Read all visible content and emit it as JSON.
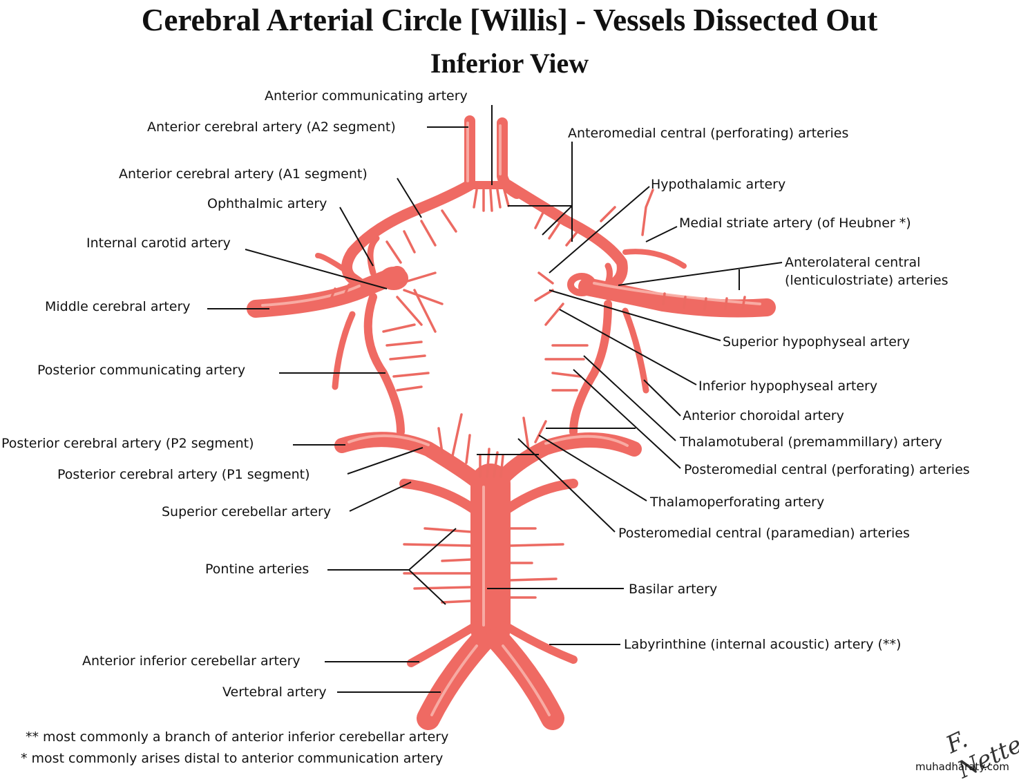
{
  "title": "Cerebral Arterial Circle [Willis] - Vessels Dissected Out",
  "subtitle": "Inferior View",
  "colors": {
    "vessel": "#ef6a63",
    "vessel_light": "#f8a49c",
    "vessel_dark": "#d9463f",
    "leader": "#111111"
  },
  "labels": {
    "acomm": "Anterior communicating artery",
    "aca_a2": "Anterior cerebral artery (A2 segment)",
    "aca_a1": "Anterior cerebral artery (A1 segment)",
    "ophthalmic": "Ophthalmic artery",
    "ica": "Internal carotid artery",
    "mca": "Middle cerebral artery",
    "pcomm": "Posterior communicating artery",
    "pca_p2": "Posterior cerebral artery (P2 segment)",
    "pca_p1": "Posterior cerebral artery (P1 segment)",
    "sca": "Superior cerebellar artery",
    "pontine": "Pontine arteries",
    "aica": "Anterior inferior cerebellar artery",
    "vertebral": "Vertebral artery",
    "anteromedial": "Anteromedial central (perforating) arteries",
    "hypothalamic": "Hypothalamic artery",
    "heubner": "Medial striate artery (of Heubner *)",
    "anterolateral_1": "Anterolateral central",
    "anterolateral_2": "(lenticulostriate) arteries",
    "sup_hypophyseal": "Superior hypophyseal artery",
    "inf_hypophyseal": "Inferior hypophyseal artery",
    "ant_choroidal": "Anterior choroidal artery",
    "thalamotuberal": "Thalamotuberal (premammillary) artery",
    "posteromedial_perf": "Posteromedial central (perforating) arteries",
    "thalamoperforating": "Thalamoperforating artery",
    "posteromedial_para": "Posteromedial central (paramedian) arteries",
    "basilar": "Basilar artery",
    "labyrinthine": "Labyrinthine (internal acoustic) artery (**)"
  },
  "footnotes": [
    "** most commonly a branch of anterior inferior cerebellar artery",
    "* most commonly arises distal to anterior communication artery"
  ],
  "signature": "F. Netter",
  "watermark": "muhadharaty.com"
}
